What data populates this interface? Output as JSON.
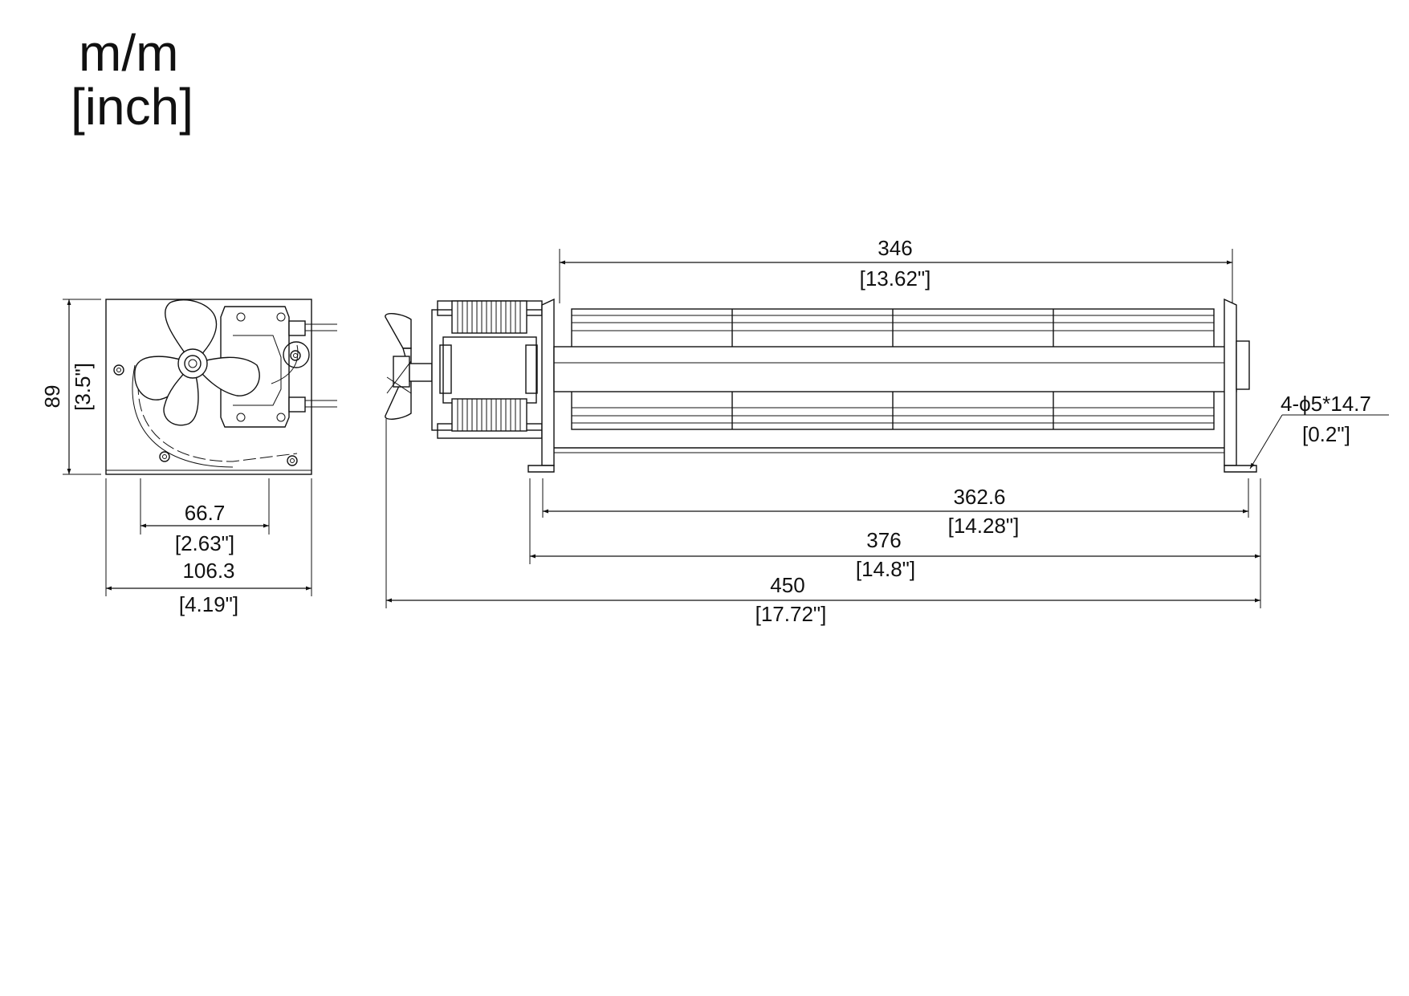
{
  "units": {
    "primary": "m/m",
    "secondary": "[inch]"
  },
  "dimensions": {
    "height": {
      "mm": "89",
      "inch": "[3.5\"]"
    },
    "hole_spacing": {
      "mm": "66.7",
      "inch": "[2.63\"]"
    },
    "width": {
      "mm": "106.3",
      "inch": "[4.19\"]"
    },
    "impeller": {
      "mm": "346",
      "inch": "[13.62\"]"
    },
    "inner_mount": {
      "mm": "362.6",
      "inch": "[14.28\"]"
    },
    "outer_mount": {
      "mm": "376",
      "inch": "[14.8\"]"
    },
    "overall": {
      "mm": "450",
      "inch": "[17.72\"]"
    },
    "mount_holes": {
      "spec": "4-ϕ5*14.7",
      "inch": "[0.2\"]"
    }
  }
}
